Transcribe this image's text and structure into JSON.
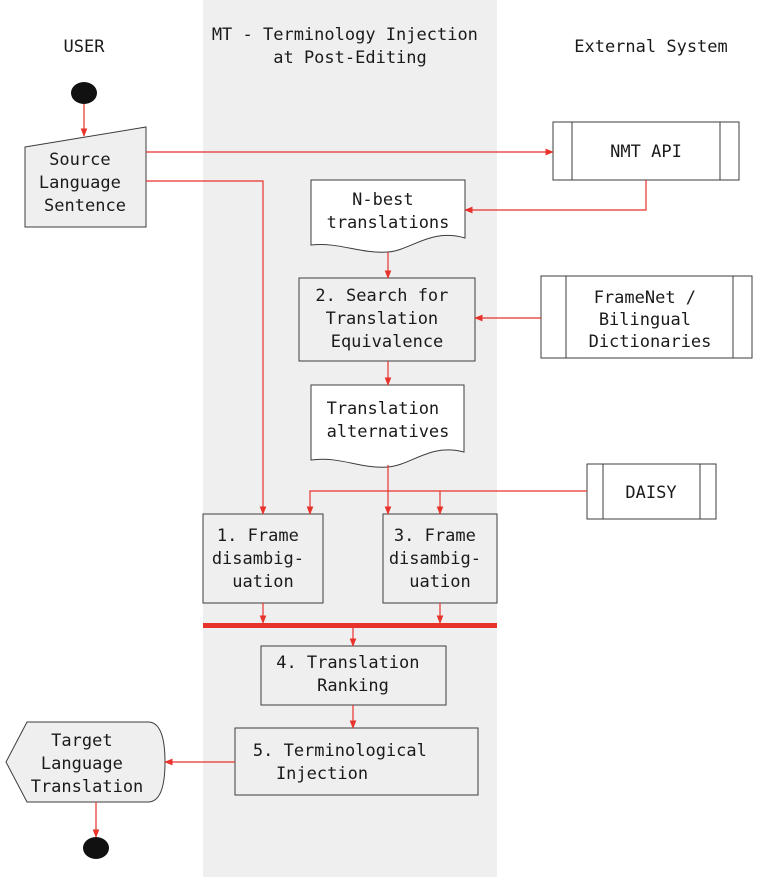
{
  "lanes": {
    "user": "USER",
    "mt": [
      "MT - Terminology Injection",
      "at Post-Editing"
    ],
    "external": "External System"
  },
  "nodes": {
    "source_sentence": [
      "Source",
      "Language",
      "Sentence"
    ],
    "nmt_api": [
      "NMT API"
    ],
    "nbest": [
      "N-best",
      "translations"
    ],
    "search": [
      "2. Search for",
      "Translation",
      "Equivalence"
    ],
    "framenet": [
      "FrameNet /",
      "Bilingual",
      "Dictionaries"
    ],
    "alternatives": [
      "Translation",
      "alternatives"
    ],
    "daisy": [
      "DAISY"
    ],
    "frame1": [
      "1. Frame",
      "disambig-",
      "uation"
    ],
    "frame3": [
      "3. Frame",
      "disambig-",
      "uation"
    ],
    "ranking": [
      "4. Translation",
      "Ranking"
    ],
    "injection": [
      "5. Terminological",
      "Injection"
    ],
    "target": [
      "Target",
      "Language",
      "Translation"
    ]
  },
  "colors": {
    "edge": "#e8322c",
    "lane_fill": "#efefef",
    "node_fill": "#efefef",
    "node_stroke": "#3c3c3c",
    "start_end": "#111111"
  }
}
